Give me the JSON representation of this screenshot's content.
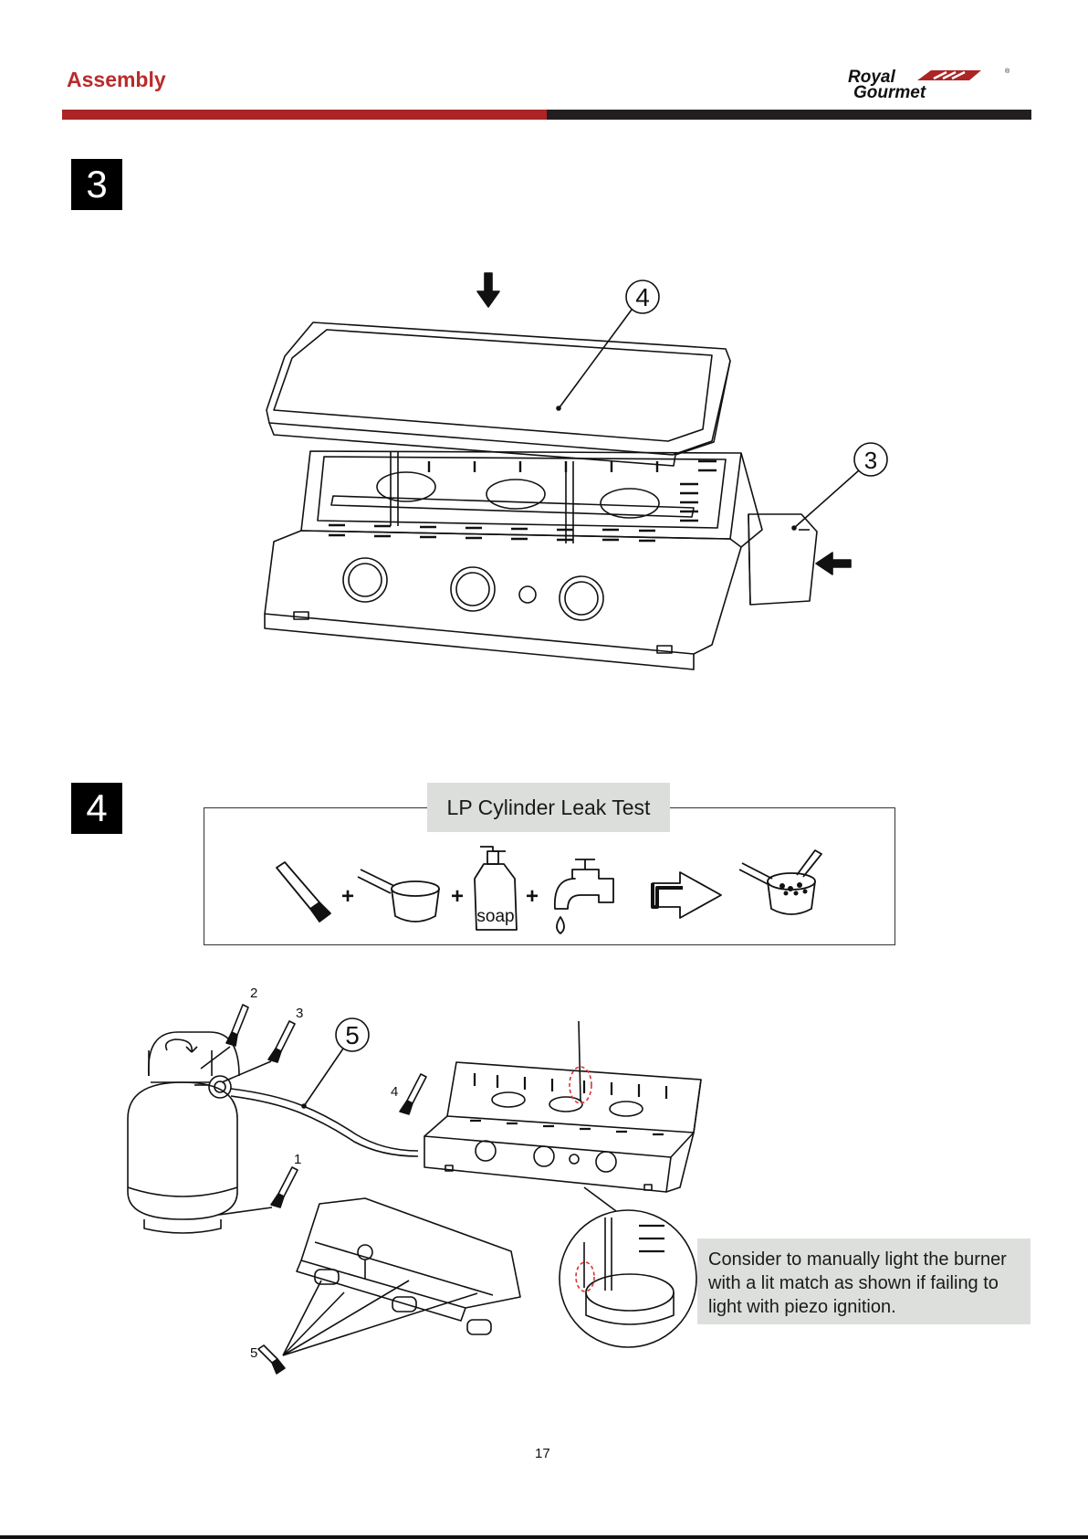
{
  "header": {
    "title": "Assembly",
    "logo": {
      "line1": "Royal",
      "line2": "Gourmet",
      "mark": "®"
    }
  },
  "steps": [
    {
      "number": "3",
      "callouts": [
        "4",
        "3"
      ]
    },
    {
      "number": "4",
      "callouts": [
        "5",
        "2",
        "3",
        "4",
        "1",
        "5"
      ]
    }
  ],
  "leak_test": {
    "title": "LP Cylinder Leak Test",
    "plus_sign": "+",
    "soap_label": "soap"
  },
  "note": "Consider to manually light the burner with a lit match as shown if failing to light with piezo ignition.",
  "page_number": "17",
  "colors": {
    "accent_red": "#ac2524",
    "dark": "#231f20",
    "note_bg": "#dddfdd"
  }
}
